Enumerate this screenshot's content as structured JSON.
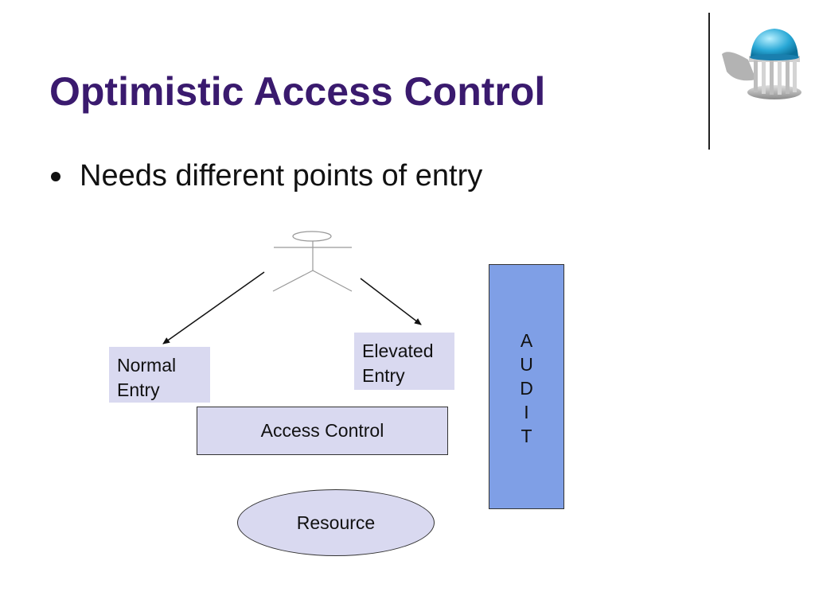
{
  "slide": {
    "title": "Optimistic Access Control",
    "bullets": [
      "Needs different points of entry"
    ]
  },
  "diagram": {
    "normal_entry": [
      "Normal",
      "Entry"
    ],
    "elevated_entry": [
      "Elevated",
      "Entry"
    ],
    "access_control": "Access Control",
    "audit_letters": [
      "A",
      "U",
      "D",
      "I",
      "T"
    ],
    "resource": "Resource"
  },
  "colors": {
    "title": "#3a1a6e",
    "box_fill": "#d9d9f0",
    "audit_fill": "#7f9fe6"
  },
  "icons": {
    "logo": "old-well-gazebo-logo",
    "actor": "stick-figure-icon"
  }
}
